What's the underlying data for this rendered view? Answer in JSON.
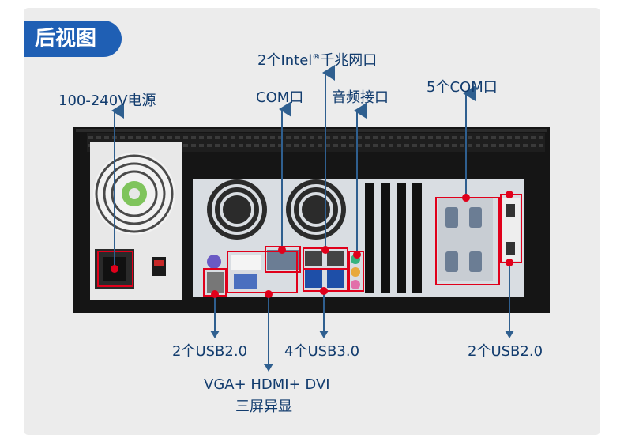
{
  "section_title": "后视图",
  "labels": {
    "power": "100-240V电源",
    "com_port": "COM口",
    "intel_lan_prefix": "2个Intel",
    "intel_lan_reg": "®",
    "intel_lan_suffix": "千兆网口",
    "audio": "音频接口",
    "com5": "5个COM口",
    "usb2_left": "2个USB2.0",
    "usb3": "4个USB3.0",
    "usb2_right": "2个USB2.0",
    "display_line1": "VGA+ HDMI+ DVI",
    "display_line2": "三屏异显"
  },
  "colors": {
    "tag_bg": "#1f5fb4",
    "label_text": "#123c6e",
    "pointer_line": "#2f5f8f",
    "marker": "#e0001b",
    "chassis": "#1c1c1c",
    "io_panel": "#d9dde2"
  }
}
